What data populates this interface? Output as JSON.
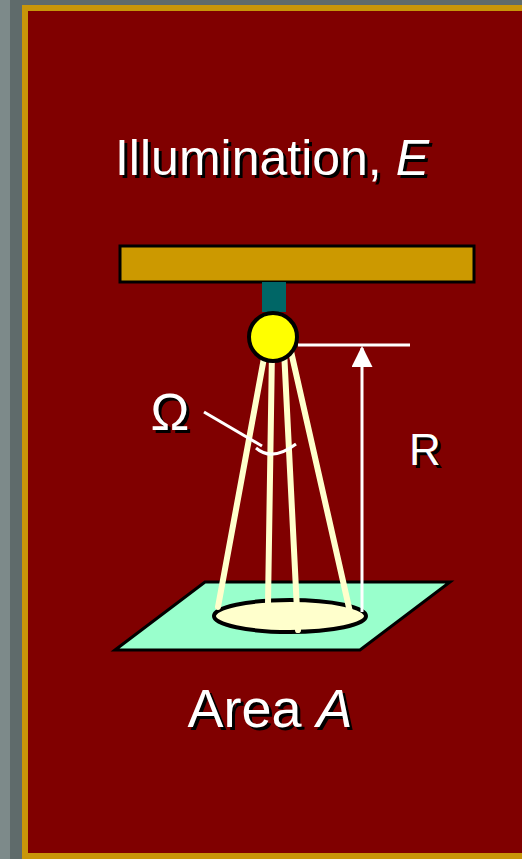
{
  "diagram": {
    "title": "Illumination, E",
    "labels": [
      "Ω",
      "R",
      "Area A"
    ]
  }
}
